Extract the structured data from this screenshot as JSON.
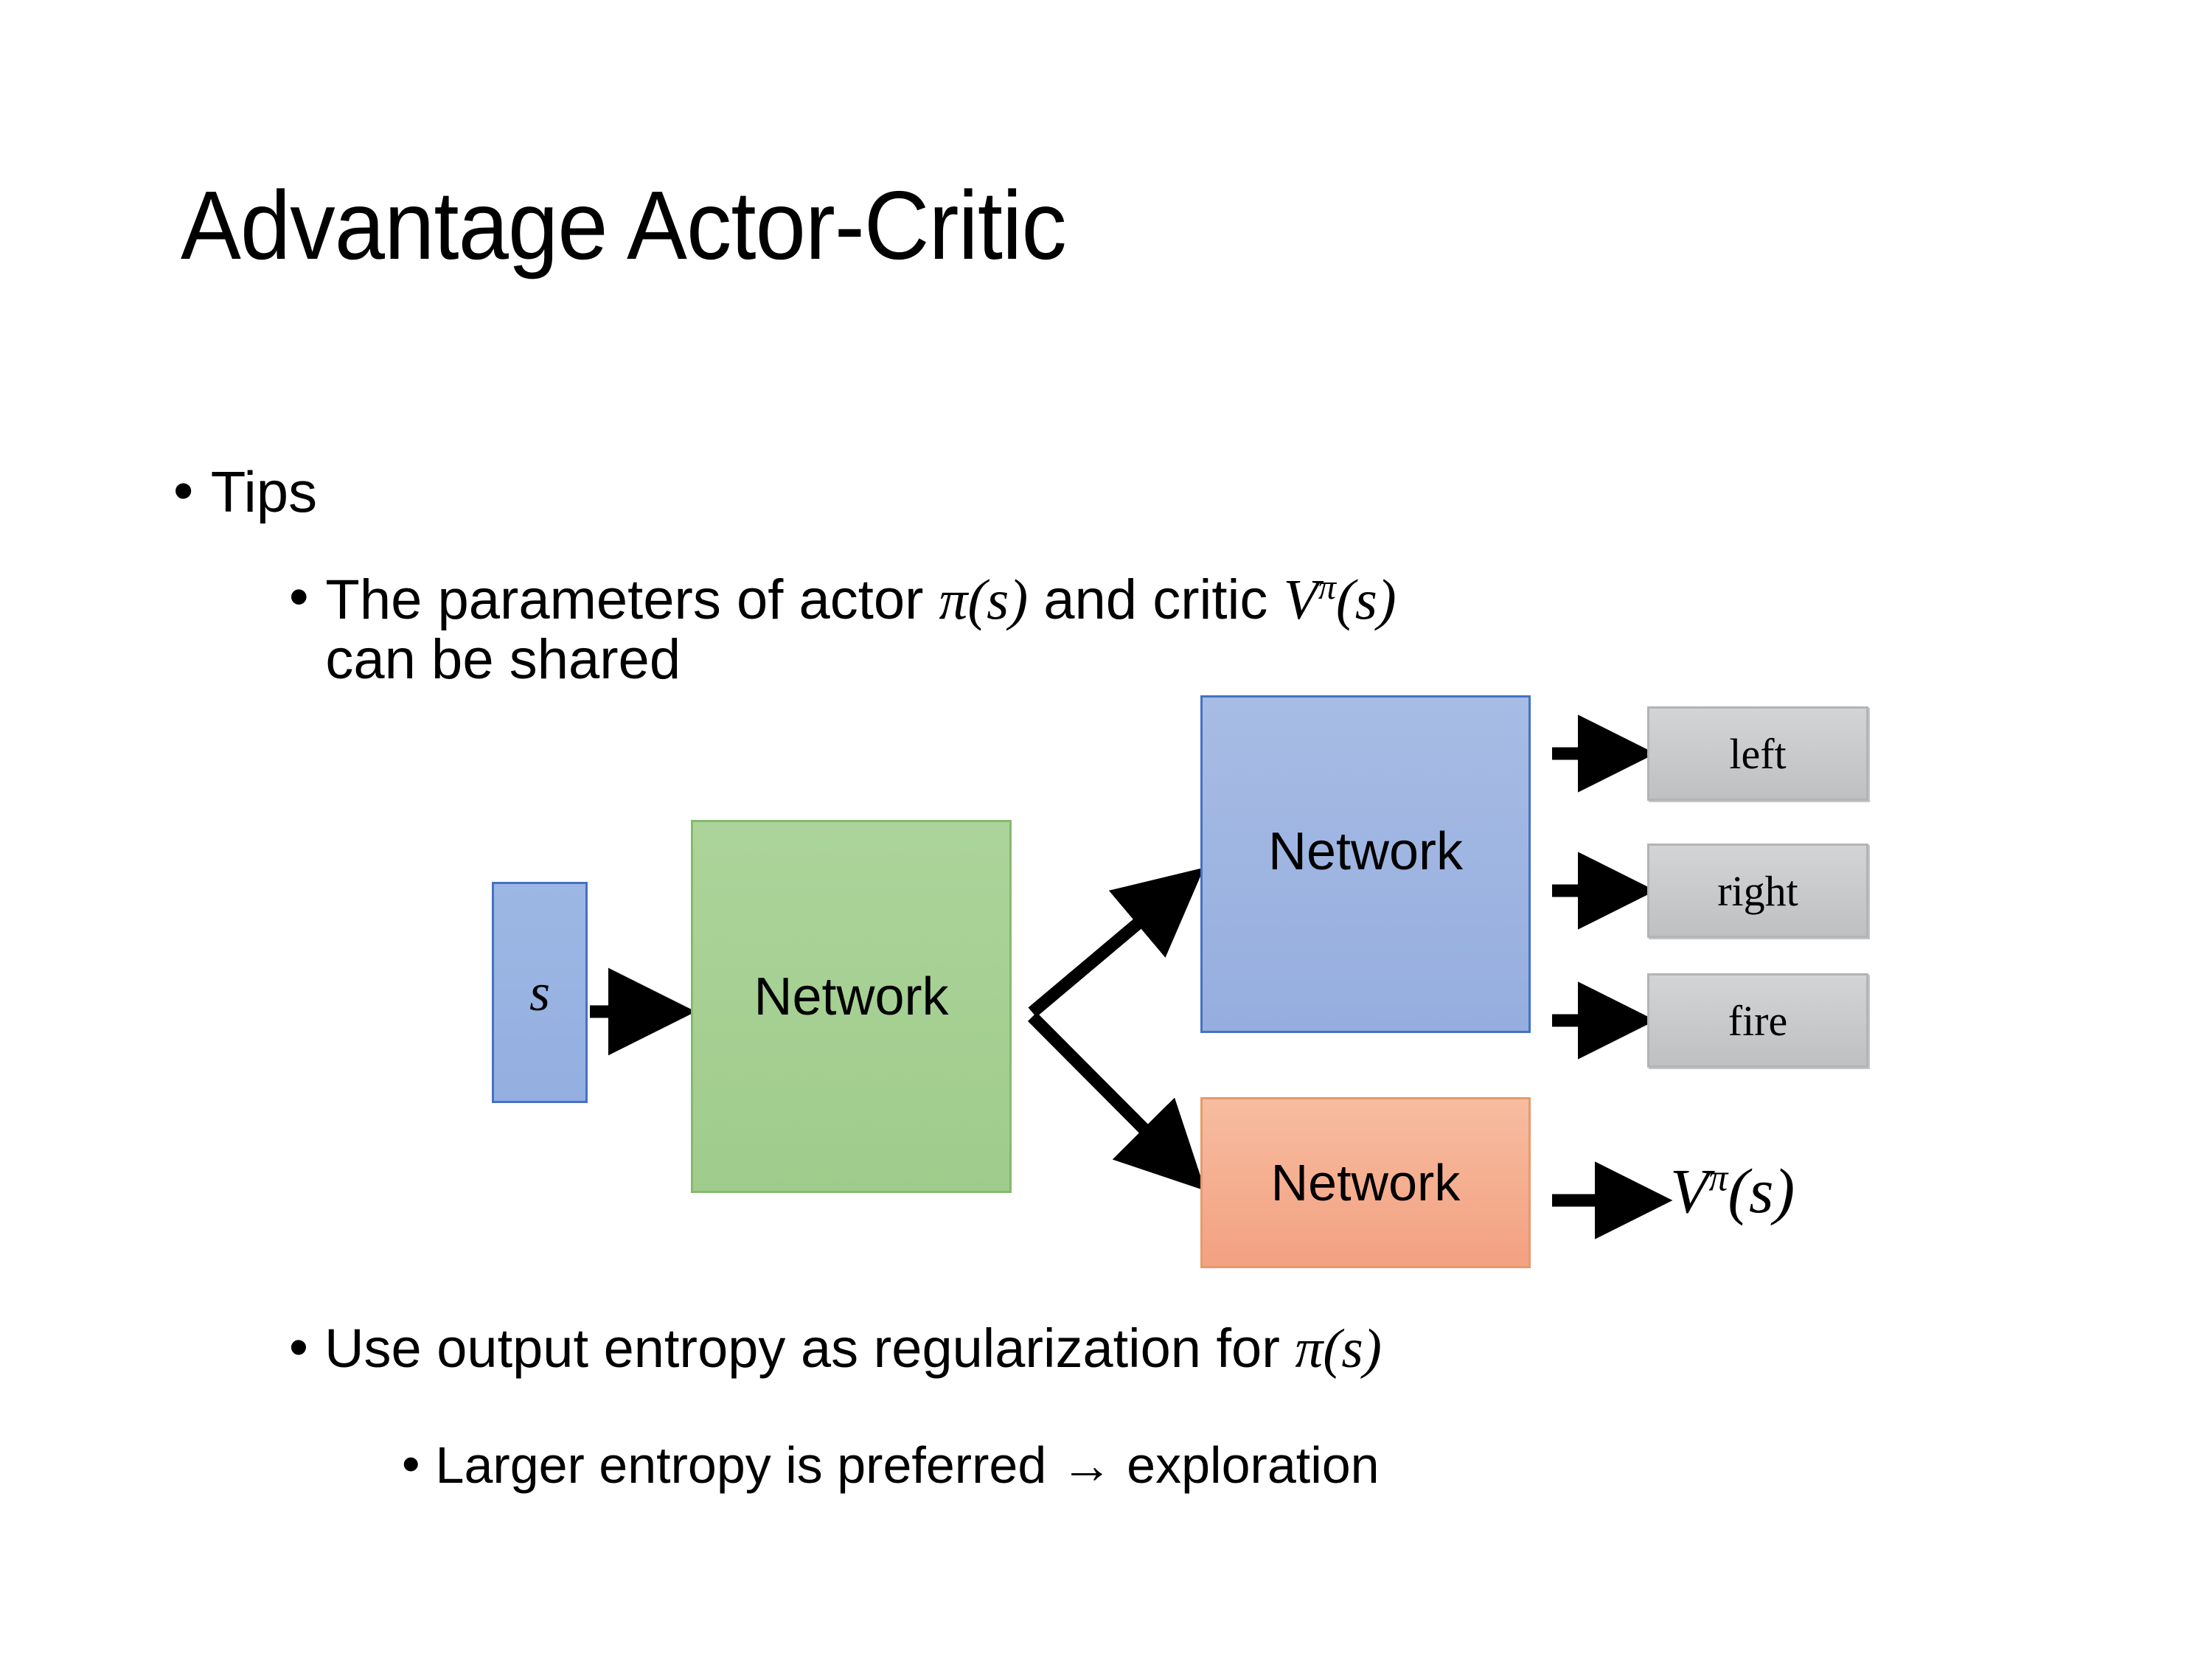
{
  "slide": {
    "title": "Advantage Actor-Critic",
    "background_color": "#FFFFFF",
    "text_color": "#000000"
  },
  "bullets": {
    "tips": {
      "marker": "•",
      "text": "Tips"
    },
    "shared_params": {
      "marker": "•",
      "line1_prefix": "The parameters of actor ",
      "math_actor": "π(s)",
      "line1_middle": "  and critic ",
      "math_critic_base": "V",
      "math_critic_sup": "π",
      "math_critic_arg": "(s)",
      "line2": "can be shared"
    },
    "entropy": {
      "marker": "•",
      "text_prefix": "Use output entropy as regularization for ",
      "math": "π(s)"
    },
    "larger_entropy": {
      "marker": "•",
      "text": "Larger entropy is preferred → exploration"
    }
  },
  "diagram": {
    "state_box": {
      "label": "s",
      "fill": "#96AFE0",
      "border": "#4472C4"
    },
    "shared_network": {
      "label": "Network",
      "fill": "#A5D18E",
      "border": "#86B96E"
    },
    "actor_network": {
      "label": "Network",
      "fill": "#9CB3E1",
      "border": "#4472C4"
    },
    "critic_network": {
      "label": "Network",
      "fill": "#F4A582",
      "border": "#E79A6B"
    },
    "action_outputs": [
      {
        "label": "left",
        "fill": "#C6C8CA"
      },
      {
        "label": "right",
        "fill": "#C6C8CA"
      },
      {
        "label": "fire",
        "fill": "#C6C8CA"
      }
    ],
    "value_output": {
      "base": "V",
      "superscript": "π",
      "argument": "(s)"
    },
    "arrows": [
      {
        "name": "state-to-shared",
        "from": "state_box",
        "to": "shared_network"
      },
      {
        "name": "shared-to-actor",
        "from": "shared_network",
        "to": "actor_network"
      },
      {
        "name": "shared-to-critic",
        "from": "shared_network",
        "to": "critic_network"
      },
      {
        "name": "actor-to-left",
        "from": "actor_network",
        "to": "left"
      },
      {
        "name": "actor-to-right",
        "from": "actor_network",
        "to": "right"
      },
      {
        "name": "actor-to-fire",
        "from": "actor_network",
        "to": "fire"
      },
      {
        "name": "critic-to-value",
        "from": "critic_network",
        "to": "value_output"
      }
    ]
  }
}
